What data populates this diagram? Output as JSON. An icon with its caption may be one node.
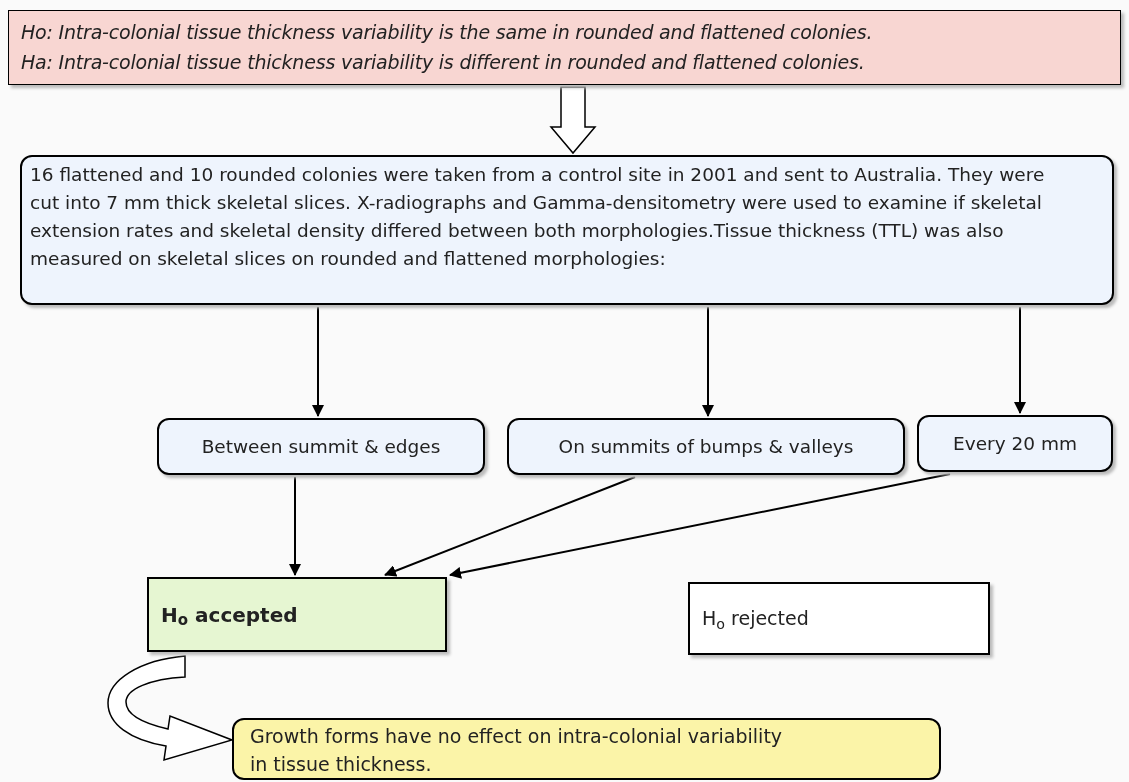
{
  "diagram": {
    "nodes": [
      {
        "text": [
          "Ho: Intra-colonial tissue thickness variability is the same in rounded and flattened colonies.",
          "Ha: Intra-colonial tissue thickness variability is different in rounded and flattened colonies."
        ]
      },
      {
        "text": [
          "16 flattened and 10 rounded colonies were taken from a control site in 2001 and sent to Australia. They were cut into 7 mm thick skeletal slices. X-radiographs and Gamma-densitometry were used to examine if skeletal extension rates and skeletal density differed between both morphologies.Tissue thickness (TTL) was also measured on skeletal slices on rounded and flattened morphologies:"
        ]
      },
      {
        "text": [
          "Between summit & edges"
        ]
      },
      {
        "text": [
          "On summits of bumps & valleys"
        ]
      },
      {
        "text": [
          "Every 20 mm"
        ]
      },
      {
        "text": [
          "H$_{o}$ accepted"
        ]
      },
      {
        "text": [
          "H$_{o}$ rejected"
        ]
      },
      {
        "text": [
          "Growth forms have no effect on intra-colonial variability in tissue thickness."
        ]
      }
    ],
    "edges": [
      {
        "from": 0,
        "to": 1,
        "arrow": "to",
        "style": "thick"
      },
      {
        "from": 1,
        "to": 2,
        "arrow": "to"
      },
      {
        "from": 1,
        "to": 3,
        "arrow": "to"
      },
      {
        "from": 1,
        "to": 4,
        "arrow": "to"
      },
      {
        "from": 2,
        "to": 5,
        "arrow": "to"
      },
      {
        "from": 3,
        "to": 5,
        "arrow": "to"
      },
      {
        "from": 4,
        "to": 5,
        "arrow": "to"
      },
      {
        "from": 5,
        "to": 7,
        "arrow": "to",
        "style": "thick"
      }
    ]
  }
}
